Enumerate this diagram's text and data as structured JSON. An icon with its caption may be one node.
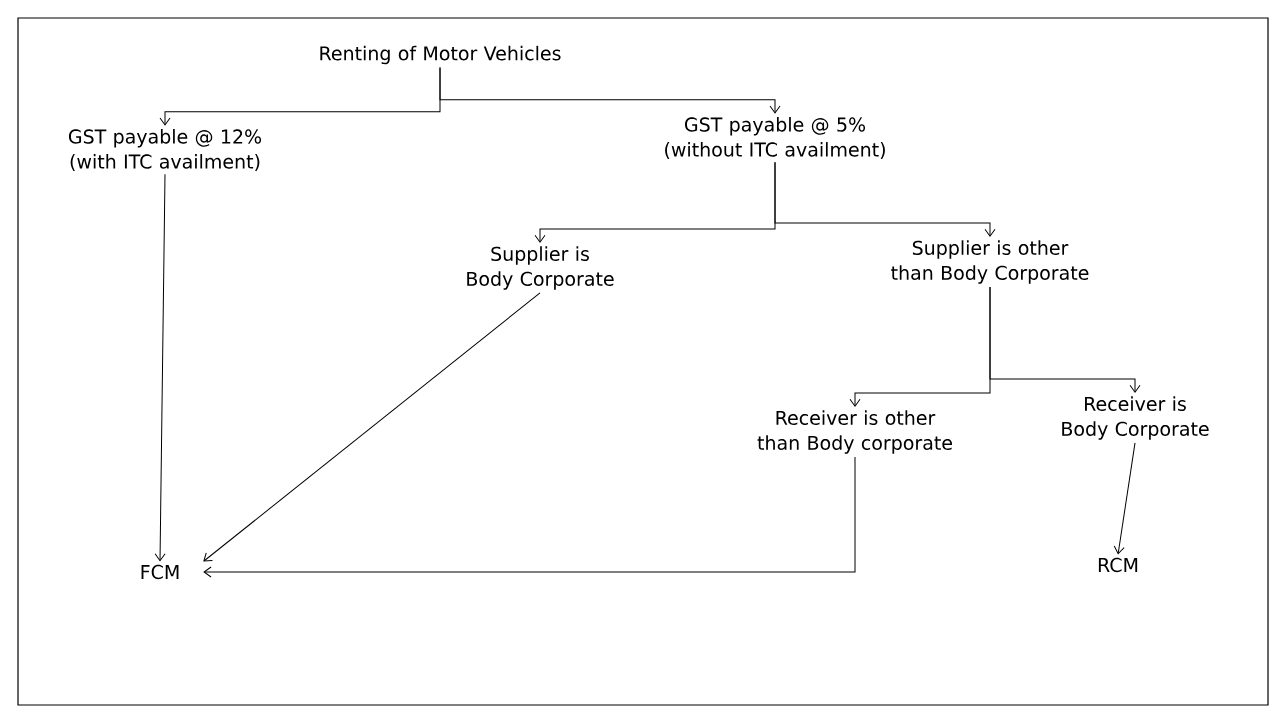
{
  "diagram": {
    "nodes": [
      {
        "text": [
          "Renting of Motor Vehicles"
        ]
      },
      {
        "text": [
          "GST payable @ 12% (with ITC availment)"
        ]
      },
      {
        "text": [
          "GST payable @ 5% (without ITC availment)"
        ]
      },
      {
        "text": [
          "Supplier is Body Corporate"
        ]
      },
      {
        "text": [
          "Supplier is other than Body Corporate"
        ]
      },
      {
        "text": [
          "Receiver is other than Body corporate"
        ]
      },
      {
        "text": [
          "Receiver is Body Corporate"
        ]
      },
      {
        "text": [
          "FCM"
        ]
      },
      {
        "text": [
          "RCM"
        ]
      }
    ],
    "edges": [
      {
        "from": 0,
        "to": 1,
        "arrow": "to"
      },
      {
        "from": 0,
        "to": 2,
        "arrow": "to"
      },
      {
        "from": 2,
        "to": 3,
        "arrow": "to"
      },
      {
        "from": 2,
        "to": 4,
        "arrow": "to"
      },
      {
        "from": 4,
        "to": 5,
        "arrow": "to"
      },
      {
        "from": 4,
        "to": 6,
        "arrow": "to"
      },
      {
        "from": 1,
        "to": 7,
        "arrow": "to"
      },
      {
        "from": 3,
        "to": 7,
        "arrow": "to"
      },
      {
        "from": 5,
        "to": 7,
        "arrow": "to"
      },
      {
        "from": 6,
        "to": 8,
        "arrow": "to"
      }
    ]
  }
}
